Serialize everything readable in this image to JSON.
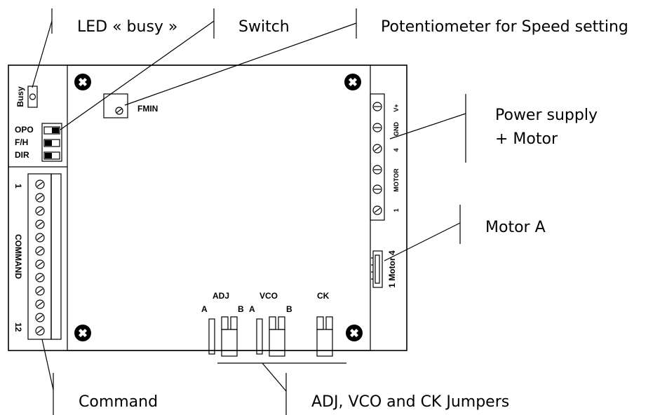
{
  "callouts": {
    "led_busy": "LED « busy »",
    "switch": "Switch",
    "potentiometer": "Potentiometer for Speed setting",
    "power_supply_line1": "Power supply",
    "power_supply_line2": "+ Motor",
    "motor_a": "Motor A",
    "command": "Command",
    "jumpers": "ADJ, VCO and CK Jumpers"
  },
  "board": {
    "busy": "Busy",
    "fmin": "FMIN",
    "switches": [
      "OPO",
      "F/H",
      "DIR"
    ],
    "command_label": "COMMAND",
    "command_first": "1",
    "command_last": "12",
    "power_labels": [
      "V+",
      "GND",
      "4",
      "MOTOR",
      "1"
    ],
    "motor_connector_label": "1  Motor 4",
    "jumper_adj": "ADJ",
    "jumper_vco": "VCO",
    "jumper_ck": "CK",
    "jumper_a": "A",
    "jumper_b": "B"
  }
}
